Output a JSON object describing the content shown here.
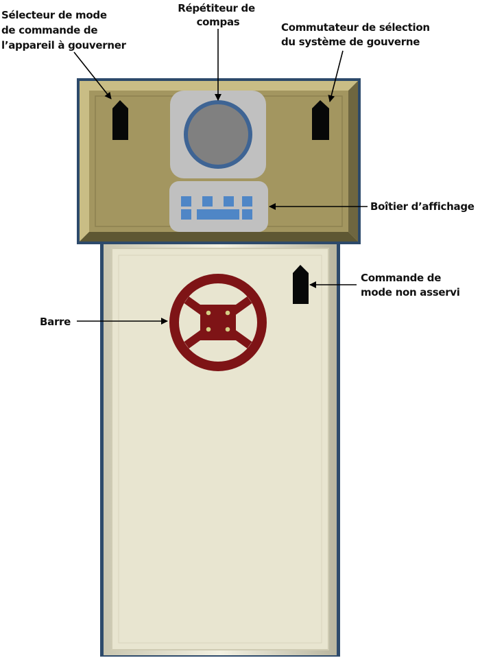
{
  "labels": {
    "steering_mode_selector": [
      "Sélecteur de mode",
      "de commande de",
      "l’appareil à gouverner"
    ],
    "compass_repeater": [
      "Répétiteur de",
      "compas"
    ],
    "steering_system_switch": [
      "Commutateur de sélection",
      "du système de gouverne"
    ],
    "display_unit": "Boîtier d’affichage",
    "non_follow_up_control": [
      "Commande de",
      "mode non asservi"
    ],
    "helm": "Barre"
  },
  "colors": {
    "upper_panel": "#a39660",
    "lower_panel": "#e8e5d0",
    "frame": "#2d4a6b",
    "compass_ring": "#3e6494",
    "compass_face": "#808080",
    "display_keys": "#4f86c6",
    "helm": "#7e1416",
    "lever": "#070808"
  }
}
